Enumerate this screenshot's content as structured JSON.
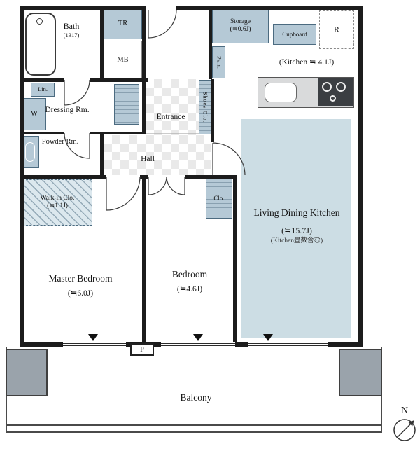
{
  "colors": {
    "wall": "#1c1c1c",
    "fixture_blue": "#b5c9d6",
    "ldk_floor": "#ccdde4",
    "pillar_gray": "#9aa3ab"
  },
  "rooms": {
    "bath": {
      "name": "Bath",
      "size": "(1317)"
    },
    "tr": {
      "name": "TR"
    },
    "mb": {
      "name": "MB"
    },
    "storage": {
      "name": "Storage",
      "size": "(≒0.6J)"
    },
    "pan": {
      "name": "Pan."
    },
    "cupboard": {
      "name": "Cupboard"
    },
    "fridge": {
      "name": "R"
    },
    "kitchen": {
      "name": "(Kitchen ≒ 4.1J)"
    },
    "lin": {
      "name": "Lin."
    },
    "washer": {
      "name": "W"
    },
    "dressing": {
      "name": "Dressing Rm."
    },
    "entrance": {
      "name": "Entrance"
    },
    "shoes": {
      "name": "Shoes Clo."
    },
    "powder": {
      "name": "Powder Rm."
    },
    "hall": {
      "name": "Hall"
    },
    "walkin": {
      "name": "Walk-in Clo.",
      "size": "(≒1.1J)"
    },
    "closet": {
      "name": "Clo."
    },
    "ldk": {
      "name": "Living Dining Kitchen",
      "size": "(≒15.7J)",
      "note": "(Kitchen畳数含む)"
    },
    "master": {
      "name": "Master Bedroom",
      "size": "(≒6.0J)"
    },
    "bedroom": {
      "name": "Bedroom",
      "size": "(≒4.6J)"
    },
    "balcony": {
      "name": "Balcony"
    },
    "pipe": {
      "name": "P"
    }
  },
  "compass": {
    "label": "N"
  },
  "icons": {
    "bathtub": "rounded-tub-with-faucet",
    "stove": "two-burner-stove",
    "sink": "rounded-sink",
    "compass": "north-arrow",
    "opening_marker": "down-triangle"
  }
}
